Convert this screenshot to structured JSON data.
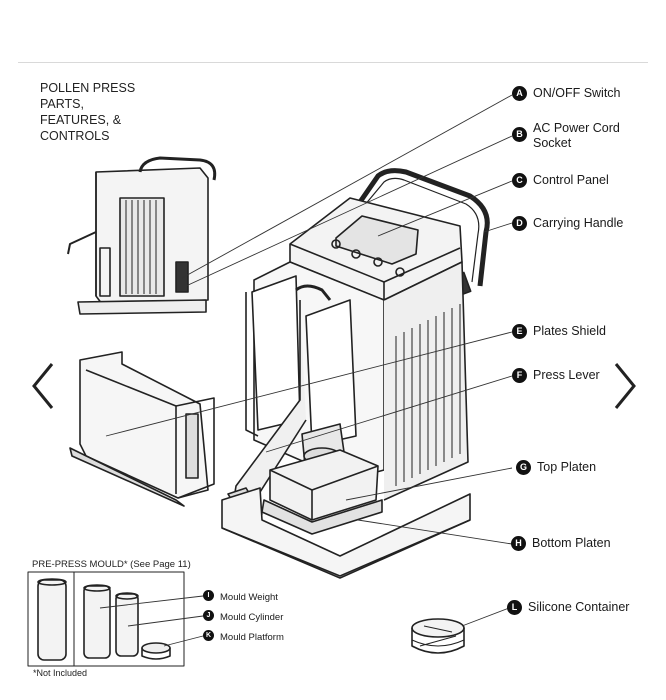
{
  "heading": "POLLEN PRESS\nPARTS,\nFEATURES, &\nCONTROLS",
  "callouts": [
    {
      "letter": "A",
      "label": "ON/OFF Switch"
    },
    {
      "letter": "B",
      "label": "AC Power Cord\nSocket"
    },
    {
      "letter": "C",
      "label": "Control Panel"
    },
    {
      "letter": "D",
      "label": "Carrying Handle"
    },
    {
      "letter": "E",
      "label": "Plates Shield"
    },
    {
      "letter": "F",
      "label": "Press Lever"
    },
    {
      "letter": "G",
      "label": "Top Platen"
    },
    {
      "letter": "H",
      "label": "Bottom Platen"
    },
    {
      "letter": "I",
      "label": "Mould Weight"
    },
    {
      "letter": "J",
      "label": "Mould Cylinder"
    },
    {
      "letter": "K",
      "label": "Mould Platform"
    },
    {
      "letter": "L",
      "label": "Silicone Container"
    }
  ],
  "mould_box_title": "PRE-PRESS MOULD* (See  Page 11)",
  "footnote": "*Not Included",
  "nav": {
    "prev_icon": "chevron-left-icon",
    "next_icon": "chevron-right-icon"
  }
}
